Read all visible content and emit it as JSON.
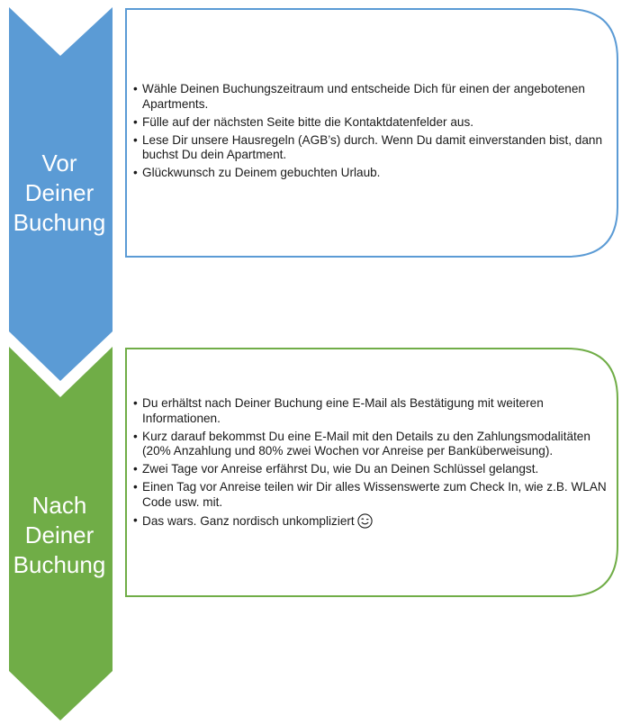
{
  "colors": {
    "stage1": "#5b9bd5",
    "stage2": "#70ad47",
    "text": "#1a1a1a"
  },
  "stages": [
    {
      "label": [
        "Vor",
        "Deiner",
        "Buchung"
      ],
      "items": [
        "Wähle Deinen Buchungszeitraum und entscheide Dich für einen der angebotenen Apartments.",
        "Fülle auf der nächsten Seite bitte die Kontaktdatenfelder aus.",
        "Lese Dir unsere Hausregeln (AGB’s) durch. Wenn Du damit einverstanden bist, dann buchst Du dein Apartment.",
        "Glückwunsch zu Deinem gebuchten Urlaub."
      ]
    },
    {
      "label": [
        "Nach",
        "Deiner",
        "Buchung"
      ],
      "items": [
        "Du erhältst nach Deiner Buchung eine E-Mail als Bestätigung mit weiteren Informationen.",
        "Kurz darauf bekommst Du eine E-Mail mit den Details zu den Zahlungsmodalitäten (20% Anzahlung und 80% zwei Wochen vor Anreise per Banküberweisung).",
        "Zwei Tage vor Anreise erfährst Du, wie Du an Deinen Schlüssel gelangst.",
        "Einen Tag vor Anreise teilen wir Dir alles Wissenswerte zum Check In, wie z.B. WLAN Code usw. mit.",
        "Das wars. Ganz nordisch unkompliziert"
      ],
      "last_item_icon": "winking-smiley-icon"
    }
  ]
}
